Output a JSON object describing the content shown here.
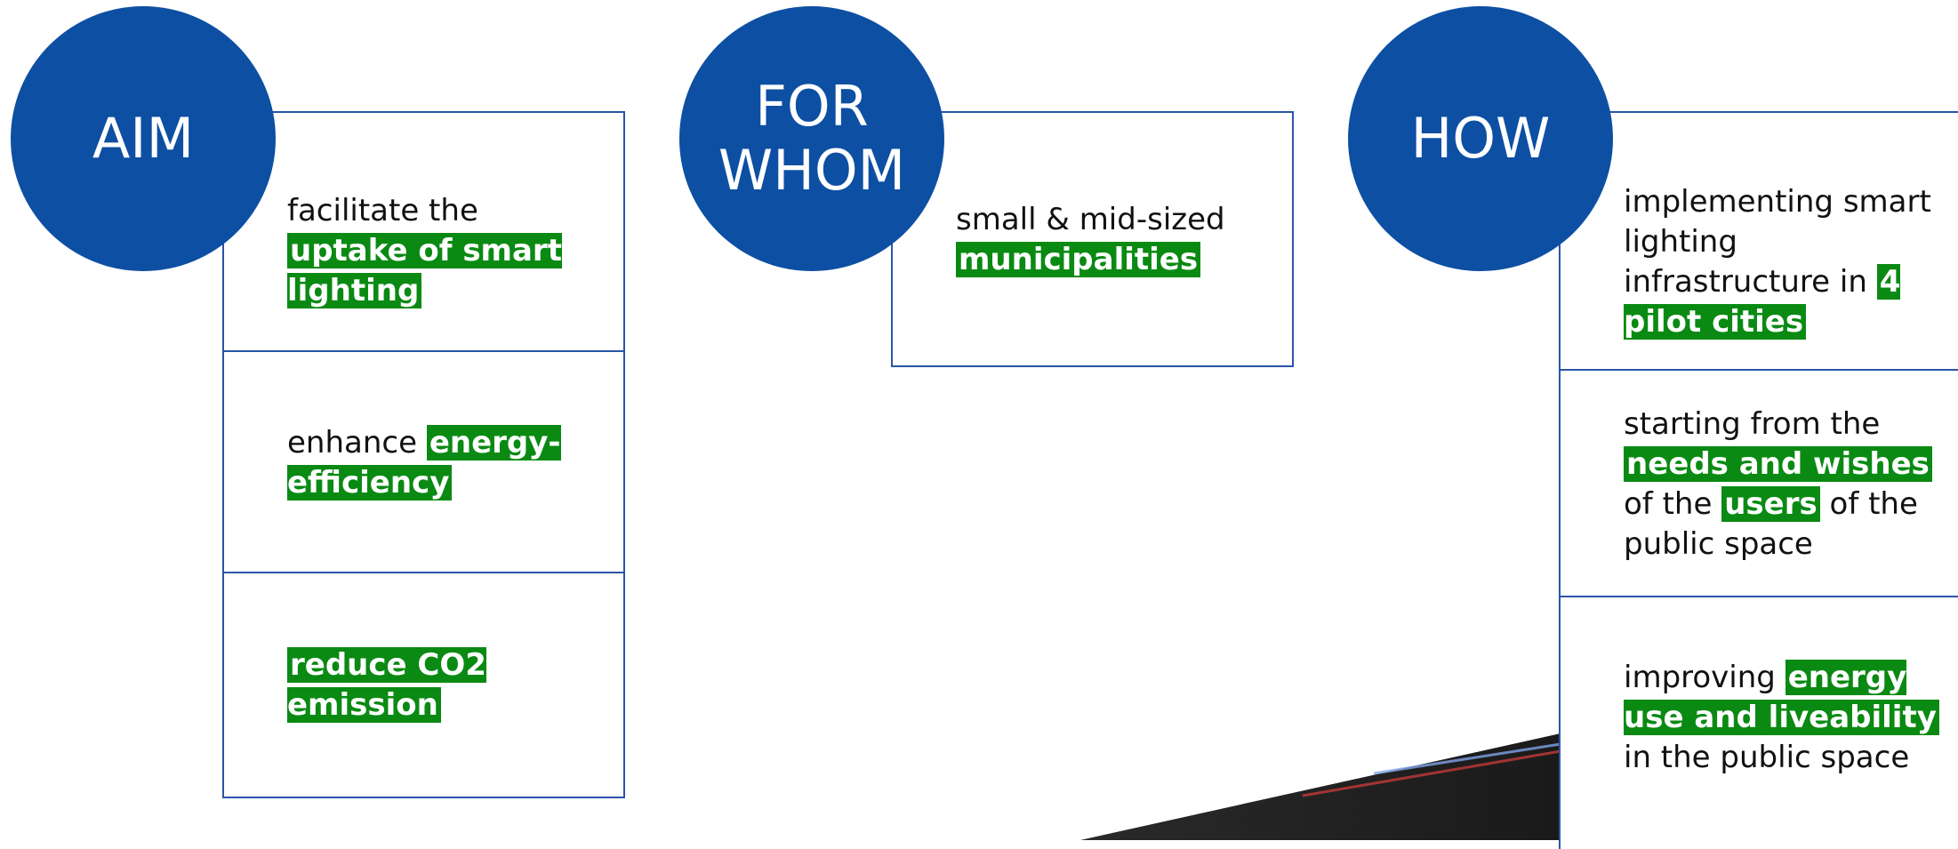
{
  "columns": {
    "aim": {
      "heading": "AIM",
      "items": [
        {
          "pre": "facilitate the ",
          "highlight": "uptake of smart lighting",
          "post": ""
        },
        {
          "pre": "enhance ",
          "highlight": "energy-efficiency",
          "post": ""
        },
        {
          "pre": "",
          "highlight": "reduce CO2 emission",
          "post": ""
        }
      ]
    },
    "for_whom": {
      "heading_line1": "FOR",
      "heading_line2": "WHOM",
      "items": [
        {
          "pre": "small & mid-sized ",
          "highlight": "municipalities",
          "post": ""
        }
      ]
    },
    "how": {
      "heading": "HOW",
      "items": [
        {
          "pre": "implementing smart lighting infrastructure in ",
          "highlight": "4 pilot cities",
          "post": ""
        },
        {
          "pre": "starting from the ",
          "highlight": "needs and wishes",
          "mid": " of the ",
          "highlight2": "users",
          "post": " of the public space"
        },
        {
          "pre": "improving ",
          "highlight": "energy use and liveability",
          "post": " in the public space"
        }
      ]
    }
  },
  "colors": {
    "circle": "#0d4fa3",
    "border": "#2a55a8",
    "highlight": "#0a8a13"
  }
}
